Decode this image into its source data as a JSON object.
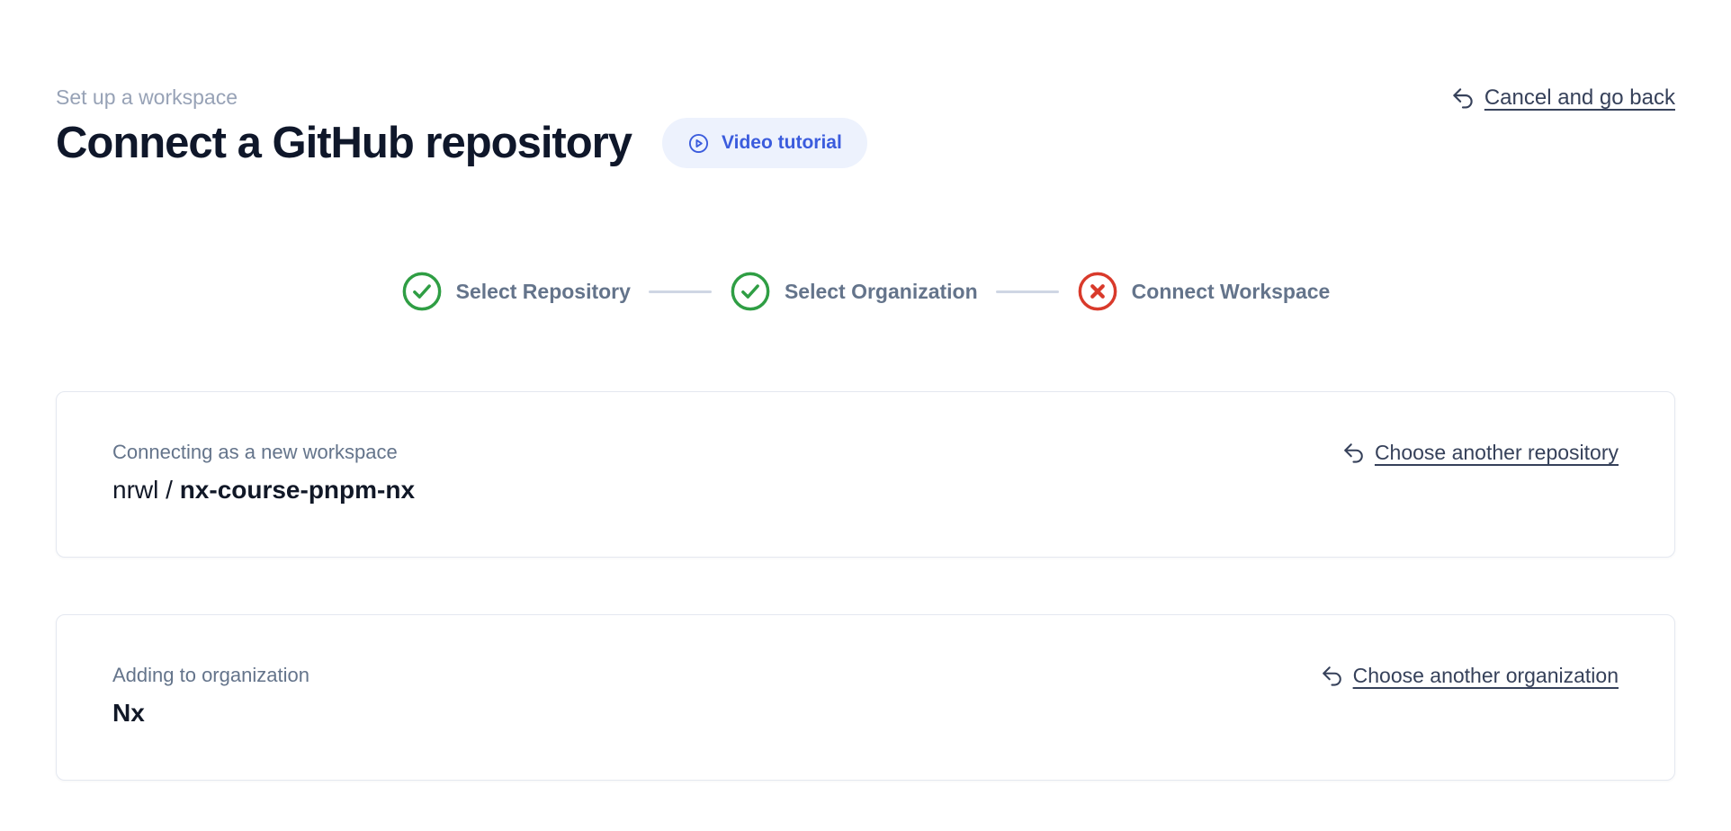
{
  "header": {
    "eyebrow": "Set up a workspace",
    "title": "Connect a GitHub repository",
    "video_button_label": "Video tutorial",
    "cancel_link_label": "Cancel and go back"
  },
  "stepper": {
    "steps": [
      {
        "label": "Select Repository",
        "status": "done",
        "icon": "check-circle-icon"
      },
      {
        "label": "Select Organization",
        "status": "done",
        "icon": "check-circle-icon"
      },
      {
        "label": "Connect Workspace",
        "status": "error",
        "icon": "x-circle-icon"
      }
    ]
  },
  "cards": {
    "repository": {
      "label": "Connecting as a new workspace",
      "value_prefix": "nrwl / ",
      "value": "nx-course-pnpm-nx",
      "action_label": "Choose another repository",
      "action_icon": "arrow-uturn-left-icon"
    },
    "organization": {
      "label": "Adding to organization",
      "value": "Nx",
      "action_label": "Choose another organization",
      "action_icon": "arrow-uturn-left-icon"
    }
  },
  "icons": {
    "video": "play-circle-icon",
    "cancel": "arrow-uturn-left-icon"
  },
  "colors": {
    "success": "#2f9e44",
    "error": "#d93a2b",
    "accent": "#3b5cdd",
    "accent_bg": "#edf2fd"
  }
}
